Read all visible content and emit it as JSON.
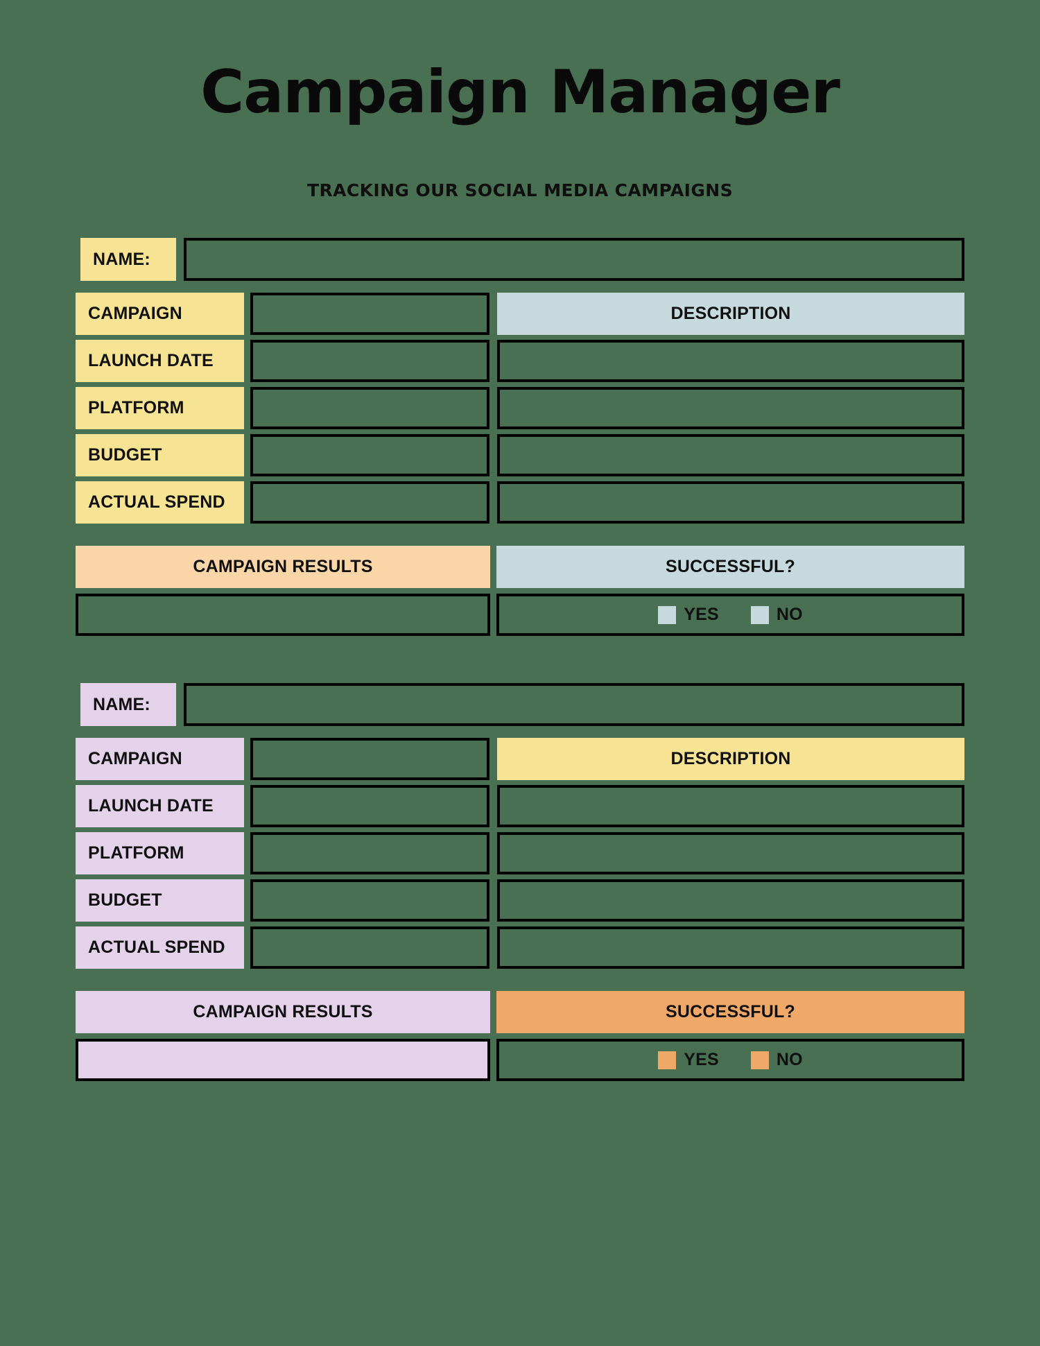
{
  "header": {
    "title": "Campaign Manager",
    "subtitle": "TRACKING OUR SOCIAL MEDIA CAMPAIGNS"
  },
  "colors": {
    "background": "#4a7054",
    "yellow": "#f7e394",
    "light_blue": "#c6d9dc",
    "peach": "#fad5a8",
    "lavender": "#e4d2ea",
    "orange": "#f0a868",
    "border": "#000000"
  },
  "sections": [
    {
      "id": "section-1",
      "accent": "#f7e394",
      "description_accent": "#c6d9dc",
      "results_accent": "#fad5a8",
      "successful_accent": "#c6d9dc",
      "results_fill": "transparent",
      "checkbox_accent": "#c6d9dc",
      "name_label": "NAME:",
      "name_value": "",
      "name_placeholder": "",
      "rows": [
        {
          "label": "CAMPAIGN",
          "value": "",
          "desc_value": "DESCRIPTION",
          "is_header": true
        },
        {
          "label": "LAUNCH DATE",
          "value": "",
          "desc_value": "",
          "is_header": false
        },
        {
          "label": "PLATFORM",
          "value": "",
          "desc_value": "",
          "is_header": false
        },
        {
          "label": "BUDGET",
          "value": "",
          "desc_value": "",
          "is_header": false
        },
        {
          "label": "ACTUAL SPEND",
          "value": "",
          "desc_value": "",
          "is_header": false
        }
      ],
      "results_label": "CAMPAIGN RESULTS",
      "successful_label": "SUCCESSFUL?",
      "results_value": "",
      "yes_label": "YES",
      "no_label": "NO"
    },
    {
      "id": "section-2",
      "accent": "#e4d2ea",
      "description_accent": "#f7e394",
      "results_accent": "#e4d2ea",
      "successful_accent": "#f0a868",
      "results_fill": "#e4d2ea",
      "checkbox_accent": "#f0a868",
      "name_label": "NAME:",
      "name_value": "",
      "name_placeholder": "",
      "rows": [
        {
          "label": "CAMPAIGN",
          "value": "",
          "desc_value": "DESCRIPTION",
          "is_header": true
        },
        {
          "label": "LAUNCH DATE",
          "value": "",
          "desc_value": "",
          "is_header": false
        },
        {
          "label": "PLATFORM",
          "value": "",
          "desc_value": "",
          "is_header": false
        },
        {
          "label": "BUDGET",
          "value": "",
          "desc_value": "",
          "is_header": false
        },
        {
          "label": "ACTUAL SPEND",
          "value": "",
          "desc_value": "",
          "is_header": false
        }
      ],
      "results_label": "CAMPAIGN RESULTS",
      "successful_label": "SUCCESSFUL?",
      "results_value": "",
      "yes_label": "YES",
      "no_label": "NO"
    }
  ]
}
